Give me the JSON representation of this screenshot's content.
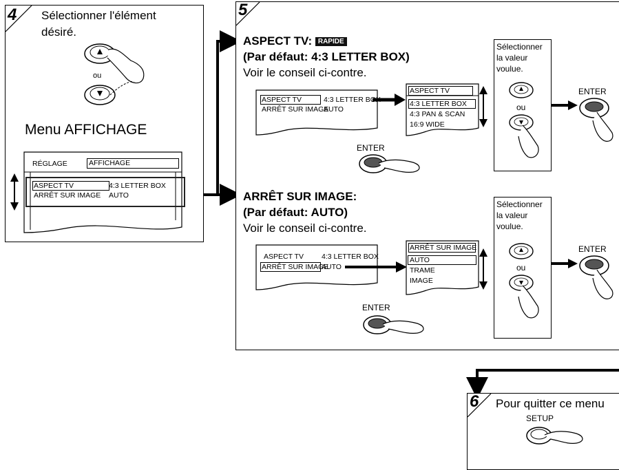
{
  "step4": {
    "number": "4",
    "instruction_line1": "Sélectionner l'élément",
    "instruction_line2": "désiré.",
    "or": "ou",
    "menu_title": "Menu AFFICHAGE",
    "screen_tab1": "RÉGLAGE",
    "screen_tab2": "AFFICHAGE",
    "row1_label": "ASPECT TV",
    "row1_value": "4:3 LETTER BOX",
    "row2_label": "ARRÊT SUR IMAGE",
    "row2_value": "AUTO"
  },
  "step5": {
    "number": "5",
    "aspect": {
      "heading": "ASPECT TV:",
      "badge": "RAPIDE",
      "default": "(Par défaut: 4:3 LETTER BOX)",
      "hint": "Voir le conseil ci-contre.",
      "screen_row1_label": "ASPECT TV",
      "screen_row1_value": "4:3 LETTER BOX",
      "screen_row2_label": "ARRÊT SUR IMAGE",
      "screen_row2_value": "AUTO",
      "options_title": "ASPECT TV",
      "options": [
        "4:3 LETTER BOX",
        "4:3 PAN & SCAN",
        "16:9 WIDE"
      ],
      "enter_label": "ENTER",
      "select_line1": "Sélectionner",
      "select_line2": "la valeur",
      "select_line3": "voulue.",
      "or": "ou",
      "enter_right": "ENTER"
    },
    "freeze": {
      "heading": "ARRÊT SUR IMAGE:",
      "default": "(Par défaut: AUTO)",
      "hint": "Voir le conseil ci-contre.",
      "screen_row1_label": "ASPECT TV",
      "screen_row1_value": "4:3 LETTER BOX",
      "screen_row2_label": "ARRÊT SUR IMAGE",
      "screen_row2_value": "AUTO",
      "options_title": "ARRÊT SUR IMAGE",
      "options": [
        "AUTO",
        "TRAME",
        "IMAGE"
      ],
      "enter_label": "ENTER",
      "select_line1": "Sélectionner",
      "select_line2": "la valeur",
      "select_line3": "voulue.",
      "or": "ou",
      "enter_right": "ENTER"
    }
  },
  "step6": {
    "number": "6",
    "instruction": "Pour quitter ce menu",
    "button_label": "SETUP"
  }
}
